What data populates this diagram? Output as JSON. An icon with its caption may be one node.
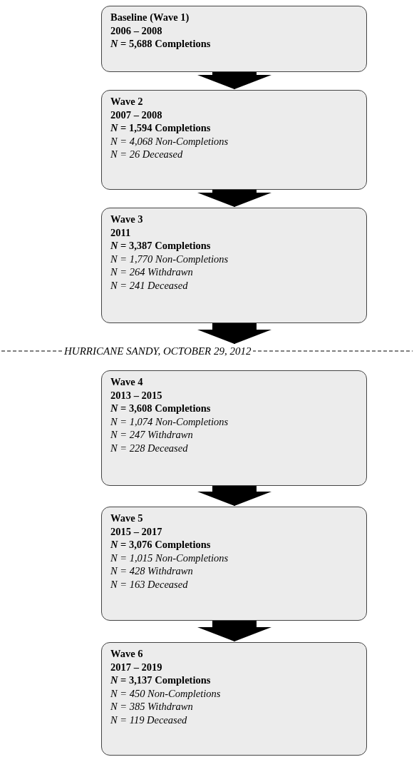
{
  "diagram": {
    "nodes": [
      {
        "text": [
          "Baseline (Wave 1)",
          "2006 – 2008",
          "*N* = 5,688 Completions"
        ]
      },
      {
        "text": [
          "Wave 2",
          "2007 – 2008",
          "*N* = 1,594 Completions",
          "N = 4,068 Non-Completions",
          "N = 26 Deceased"
        ]
      },
      {
        "text": [
          "Wave 3",
          "2011",
          "*N* = 3,387 Completions",
          "N = 1,770 Non-Completions",
          "N = 264 Withdrawn",
          "N = 241 Deceased"
        ]
      },
      {
        "text": [
          "HURRICANE SANDY, OCTOBER 29, 2012"
        ]
      },
      {
        "text": [
          "Wave 4",
          "2013 – 2015",
          "*N* = 3,608 Completions",
          "N = 1,074 Non-Completions",
          "N = 247 Withdrawn",
          "N = 228 Deceased"
        ]
      },
      {
        "text": [
          "Wave 5",
          "2015 – 2017",
          "*N* = 3,076 Completions",
          "N = 1,015 Non-Completions",
          "N = 428 Withdrawn",
          "N = 163 Deceased"
        ]
      },
      {
        "text": [
          "Wave 6",
          "2017 – 2019",
          "*N* = 3,137 Completions",
          "N = 450 Non-Completions",
          "N = 385 Withdrawn",
          "N = 119 Deceased"
        ]
      }
    ],
    "edges": [
      {
        "from": 0,
        "to": 1,
        "arrow": "to"
      },
      {
        "from": 1,
        "to": 2,
        "arrow": "to"
      },
      {
        "from": 2,
        "to": 3,
        "arrow": "to"
      },
      {
        "from": 4,
        "to": 5,
        "arrow": "to"
      },
      {
        "from": 5,
        "to": 6,
        "arrow": "to"
      }
    ]
  }
}
